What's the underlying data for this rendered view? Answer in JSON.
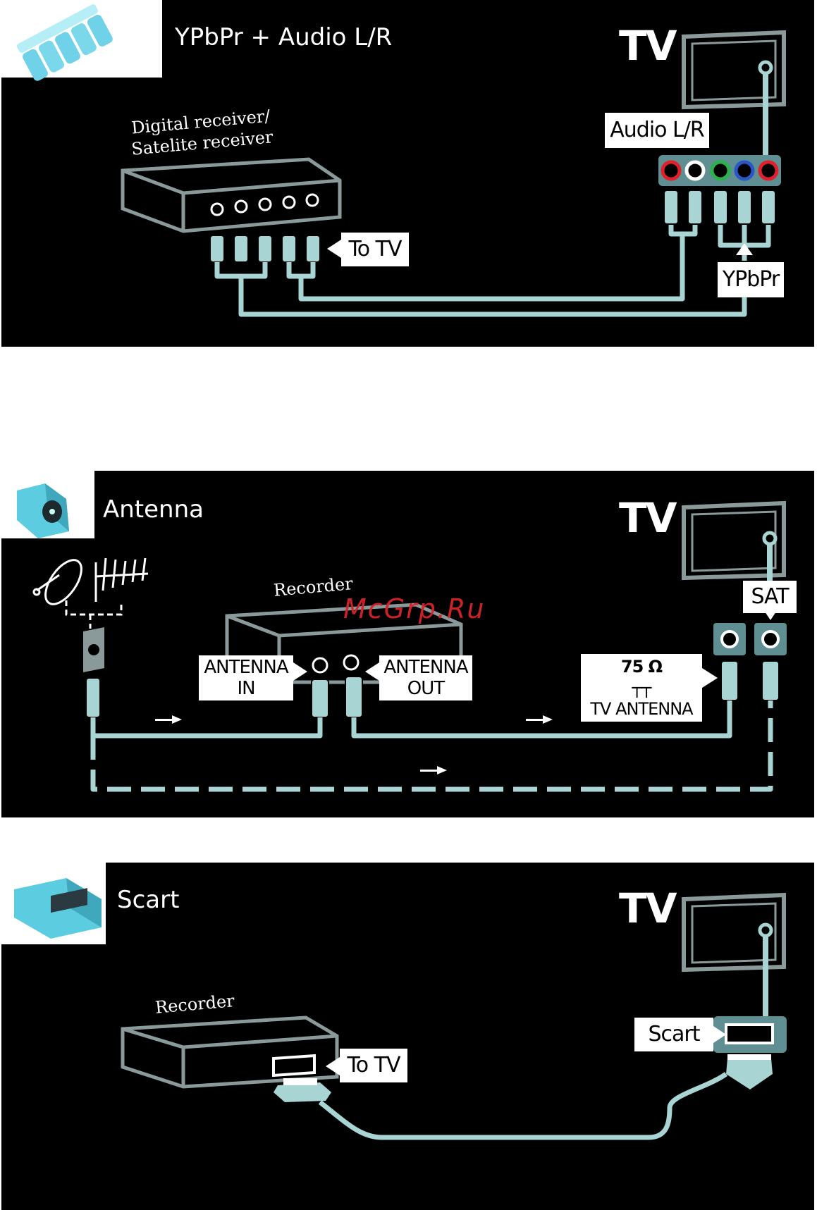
{
  "colors": {
    "panel_background": "#000000",
    "cable": "#a9d4d4",
    "connector_highlight": "#5ac8e6",
    "outline": "#8a9a9a",
    "watermark": "#d6242a",
    "jack_red": "#e0202a",
    "jack_white": "#ffffff",
    "jack_green": "#2bb24a",
    "jack_blue": "#2a56c8"
  },
  "sections": [
    {
      "id": "ypbpr",
      "icon": "component-connectors-icon",
      "title": "YPbPr + Audio L/R",
      "tv_label": "TV",
      "device_label_line1": "Digital receiver/",
      "device_label_line2": "Satelite receiver",
      "callouts": {
        "to_tv": "To TV",
        "audio": "Audio L/R",
        "video": "YPbPr"
      }
    },
    {
      "id": "antenna",
      "icon": "antenna-plug-icon",
      "title": "Antenna",
      "tv_label": "TV",
      "device_label": "Recorder",
      "callouts": {
        "antenna_in_line1": "ANTENNA",
        "antenna_in_line2": "IN",
        "antenna_out_line1": "ANTENNA",
        "antenna_out_line2": "OUT",
        "sat": "SAT",
        "tv_antenna_line1": "75 Ω",
        "tv_antenna_line2": "TV ANTENNA"
      }
    },
    {
      "id": "scart",
      "icon": "scart-plug-icon",
      "title": "Scart",
      "tv_label": "TV",
      "device_label": "Recorder",
      "callouts": {
        "to_tv": "To TV",
        "scart": "Scart"
      }
    }
  ],
  "watermark": "McGrp.Ru"
}
